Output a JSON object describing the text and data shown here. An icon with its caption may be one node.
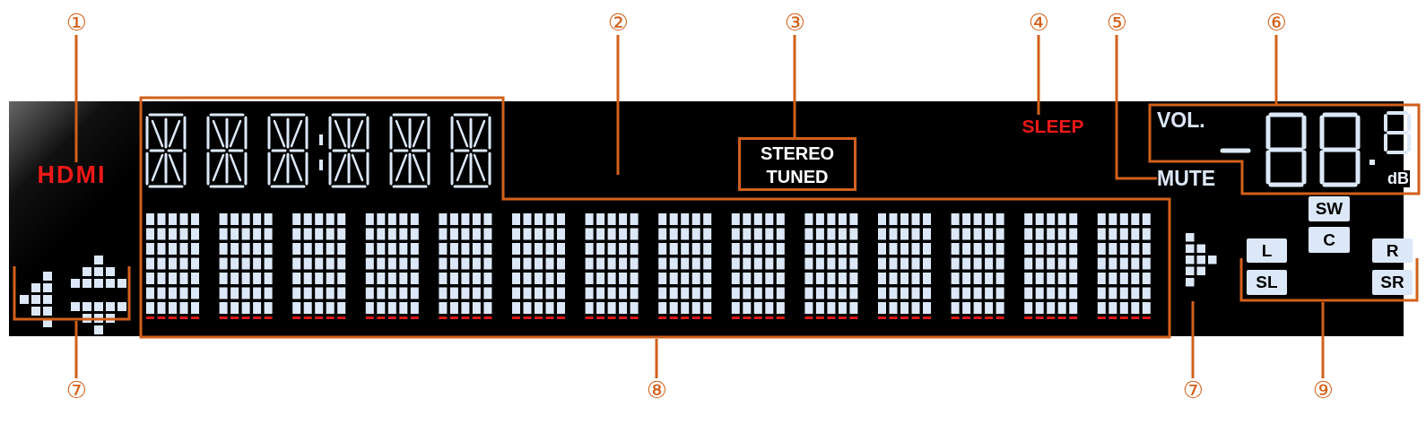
{
  "diagram": {
    "nodes": [
      {
        "text": [
          "①"
        ]
      },
      {
        "text": [
          "HDMI"
        ]
      },
      {
        "text": [
          "②"
        ]
      },
      {
        "text": [
          "③"
        ]
      },
      {
        "text": [
          "STEREO TUNED"
        ]
      },
      {
        "text": [
          "④"
        ]
      },
      {
        "text": [
          "SLEEP"
        ]
      },
      {
        "text": [
          "⑤"
        ]
      },
      {
        "text": [
          "MUTE"
        ]
      },
      {
        "text": [
          "⑥"
        ]
      },
      {
        "text": [
          "VOL.",
          "dB"
        ]
      },
      {
        "text": [
          "⑦"
        ]
      },
      {
        "text": [],
        "shape": "box"
      },
      {
        "text": [],
        "shape": "box"
      },
      {
        "text": [
          "⑦"
        ]
      },
      {
        "text": [],
        "shape": "box"
      },
      {
        "text": [
          "⑧"
        ]
      },
      {
        "text": [],
        "shape": "box"
      },
      {
        "text": [
          "SW"
        ],
        "in": 17
      },
      {
        "text": [
          "C"
        ],
        "in": 17
      },
      {
        "text": [
          "L"
        ],
        "in": 17
      },
      {
        "text": [
          "SL"
        ],
        "in": 17
      },
      {
        "text": [
          "R"
        ],
        "in": 17
      },
      {
        "text": [
          "SR"
        ],
        "in": 17
      },
      {
        "text": [
          "⑨"
        ]
      }
    ],
    "edges": [
      {
        "from": 0,
        "to": 1,
        "arrow": "none"
      },
      {
        "from": 2,
        "to": null,
        "arrow": "none"
      },
      {
        "from": 3,
        "to": 4,
        "arrow": "none"
      },
      {
        "from": 5,
        "to": 6,
        "arrow": "none"
      },
      {
        "from": 7,
        "to": 8,
        "arrow": "none"
      },
      {
        "from": 9,
        "to": 10,
        "arrow": "none"
      },
      {
        "from": 11,
        "to": 12,
        "arrow": "none"
      },
      {
        "from": 14,
        "to": 15,
        "arrow": "none"
      },
      {
        "from": 16,
        "to": 13,
        "arrow": "none"
      },
      {
        "from": 24,
        "to": 17,
        "arrow": "none"
      }
    ]
  }
}
